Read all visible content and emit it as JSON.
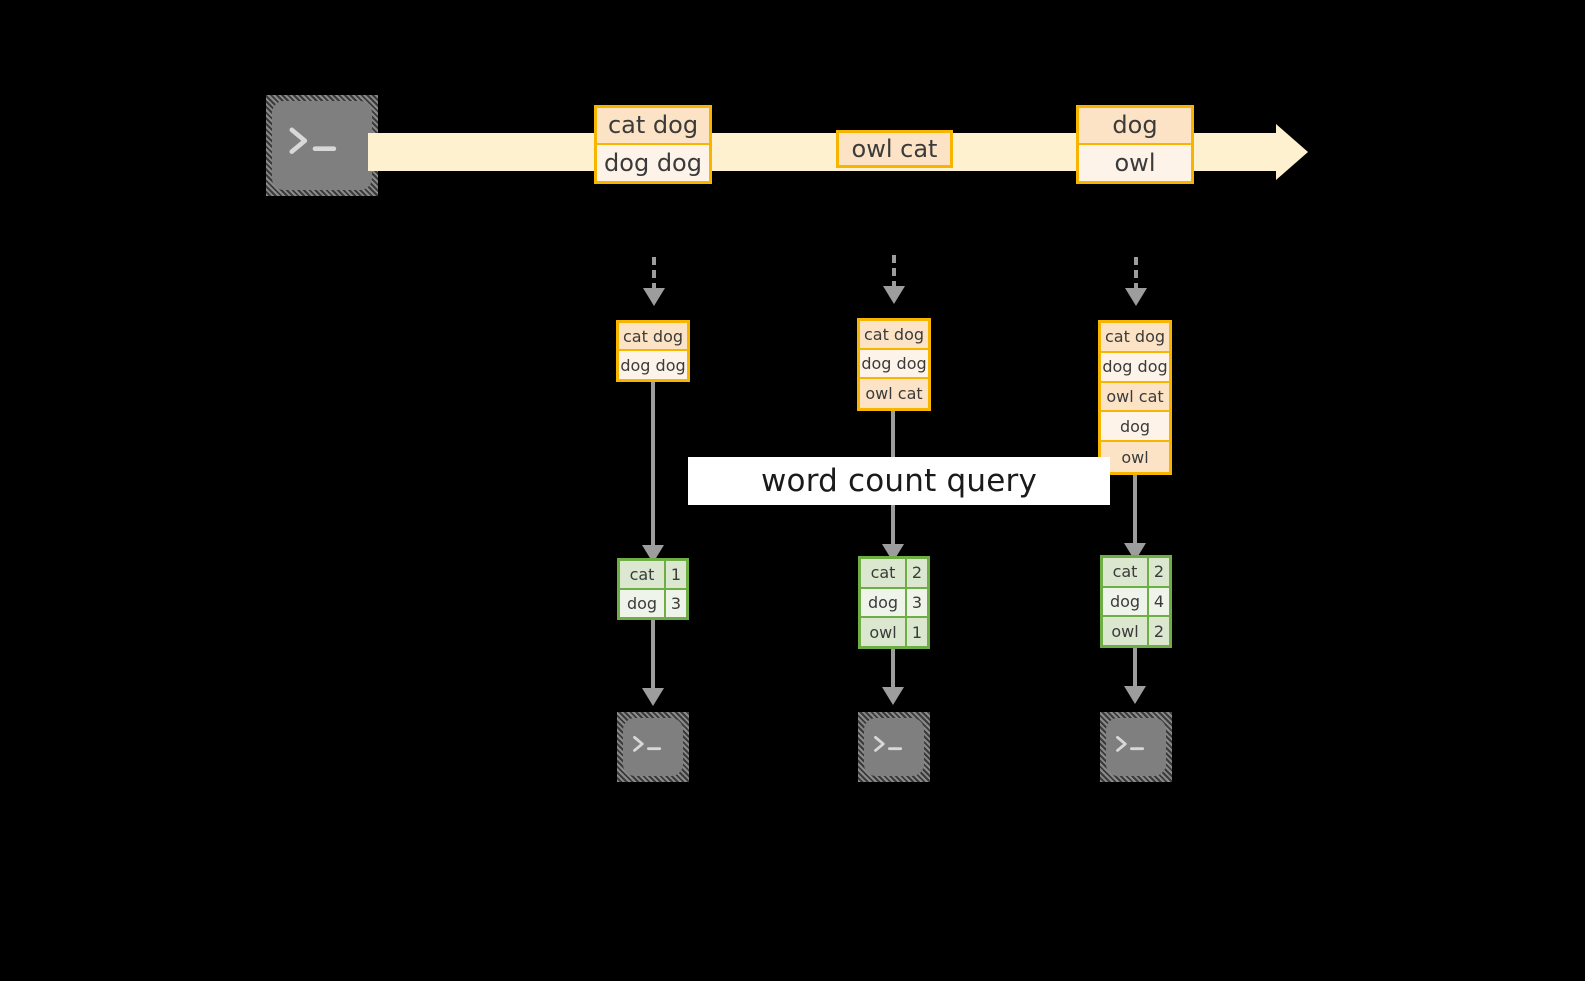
{
  "diagram": {
    "title_label": "word count query",
    "colors": {
      "background": "#000000",
      "stream_band": "#fdf1cf",
      "record_border": "#f7b500",
      "record_cell_dark": "#fce3c6",
      "record_cell_light": "#fdf3e8",
      "result_border": "#6fae45",
      "result_cell_dark": "#dbe7cf",
      "result_cell_light": "#eff4ea",
      "connector": "#9d9d9d",
      "terminal_fill": "#7f7f7f",
      "query_band": "#ffffff"
    },
    "source_terminal": {
      "icon": "terminal-prompt-icon",
      "glyph": ">_"
    },
    "stream_records": [
      {
        "lines": [
          "cat dog",
          "dog dog"
        ]
      },
      {
        "lines": [
          "owl cat"
        ]
      },
      {
        "lines": [
          "dog",
          "owl"
        ]
      }
    ],
    "accumulators": [
      {
        "lines": [
          "cat dog",
          "dog dog"
        ]
      },
      {
        "lines": [
          "cat dog",
          "dog dog",
          "owl cat"
        ]
      },
      {
        "lines": [
          "cat dog",
          "dog dog",
          "owl cat",
          "dog",
          "owl"
        ]
      }
    ],
    "results": [
      {
        "rows": [
          {
            "word": "cat",
            "count": "1"
          },
          {
            "word": "dog",
            "count": "3"
          }
        ]
      },
      {
        "rows": [
          {
            "word": "cat",
            "count": "2"
          },
          {
            "word": "dog",
            "count": "3"
          },
          {
            "word": "owl",
            "count": "1"
          }
        ]
      },
      {
        "rows": [
          {
            "word": "cat",
            "count": "2"
          },
          {
            "word": "dog",
            "count": "4"
          },
          {
            "word": "owl",
            "count": "2"
          }
        ]
      }
    ],
    "sink_terminals": [
      {
        "icon": "terminal-prompt-icon",
        "glyph": ">_"
      },
      {
        "icon": "terminal-prompt-icon",
        "glyph": ">_"
      },
      {
        "icon": "terminal-prompt-icon",
        "glyph": ">_"
      }
    ]
  }
}
